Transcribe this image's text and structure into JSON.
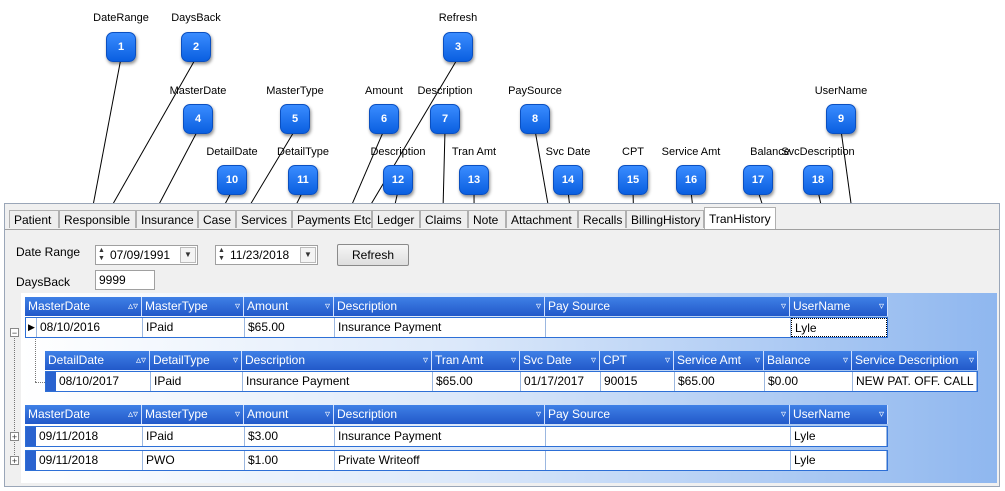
{
  "callouts": [
    {
      "label": "DateRange",
      "num": "1"
    },
    {
      "label": "DaysBack",
      "num": "2"
    },
    {
      "label": "Refresh",
      "num": "3"
    },
    {
      "label": "MasterDate",
      "num": "4"
    },
    {
      "label": "MasterType",
      "num": "5"
    },
    {
      "label": "Amount",
      "num": "6"
    },
    {
      "label": "Description",
      "num": "7"
    },
    {
      "label": "PaySource",
      "num": "8"
    },
    {
      "label": "UserName",
      "num": "9"
    },
    {
      "label": "DetailDate",
      "num": "10"
    },
    {
      "label": "DetailType",
      "num": "11"
    },
    {
      "label": "Description",
      "num": "12"
    },
    {
      "label": "Tran Amt",
      "num": "13"
    },
    {
      "label": "Svc Date",
      "num": "14"
    },
    {
      "label": "CPT",
      "num": "15"
    },
    {
      "label": "Service Amt",
      "num": "16"
    },
    {
      "label": "Balance",
      "num": "17"
    },
    {
      "label": "SvcDescription",
      "num": "18"
    }
  ],
  "tabs": [
    "Patient",
    "Responsible",
    "Insurance",
    "Case",
    "Services",
    "Payments Etc",
    "Ledger",
    "Claims",
    "Note",
    "Attachment",
    "Recalls",
    "BillingHistory",
    "TranHistory"
  ],
  "active_tab": "TranHistory",
  "filters": {
    "date_range_label": "Date Range",
    "days_back_label": "DaysBack",
    "start_date": "07/09/1991",
    "end_date": "11/23/2018",
    "days_back": "9999",
    "refresh_label": "Refresh"
  },
  "master_columns": [
    "MasterDate",
    "MasterType",
    "Amount",
    "Description",
    "Pay Source",
    "UserName"
  ],
  "detail_columns": [
    "DetailDate",
    "DetailType",
    "Description",
    "Tran Amt",
    "Svc Date",
    "CPT",
    "Service Amt",
    "Balance",
    "Service Description"
  ],
  "master_rows": [
    {
      "date": "08/10/2016",
      "type": "IPaid",
      "amount": "$65.00",
      "description": "Insurance Payment",
      "pay_source": "",
      "user": "Lyle"
    },
    {
      "date": "09/11/2018",
      "type": "IPaid",
      "amount": "$3.00",
      "description": "Insurance Payment",
      "pay_source": "",
      "user": "Lyle"
    },
    {
      "date": "09/11/2018",
      "type": "PWO",
      "amount": "$1.00",
      "description": "Private Writeoff",
      "pay_source": "",
      "user": "Lyle"
    }
  ],
  "detail_rows": [
    {
      "date": "08/10/2017",
      "type": "IPaid",
      "description": "Insurance Payment",
      "tran_amt": "$65.00",
      "svc_date": "01/17/2017",
      "cpt": "90015",
      "service_amt": "$65.00",
      "balance": "$0.00",
      "service_description": "NEW PAT. OFF. CALL"
    }
  ],
  "icons": {
    "filter": "filter-icon",
    "sort": "sort-icon",
    "expand": "expand-icon",
    "collapse": "collapse-icon",
    "row_pointer": "row-pointer-icon"
  }
}
